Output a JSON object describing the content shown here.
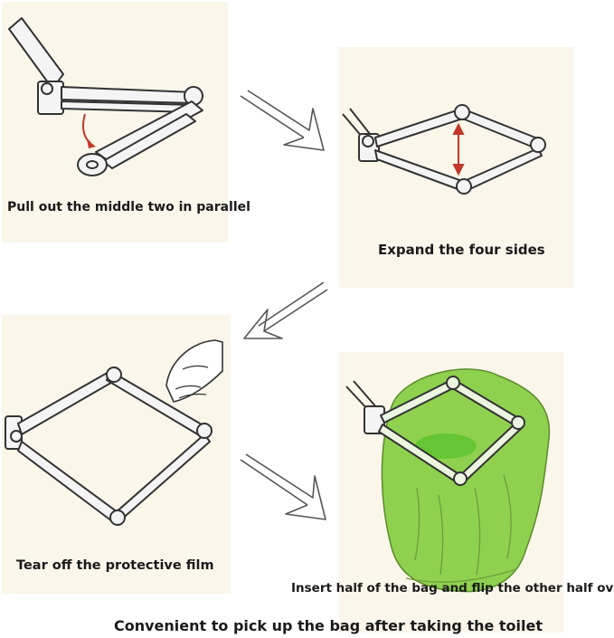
{
  "steps": [
    {
      "caption": "Pull out the middle two in parallel"
    },
    {
      "caption": "Expand the four sides"
    },
    {
      "caption": "Tear off the protective film"
    },
    {
      "caption": "Insert half of the bag and flip the other half over"
    }
  ],
  "footer": "Convenient to pick up the bag after taking the toilet",
  "colors": {
    "panel_bg": "#faf6ea",
    "frame_fill": "#f4f4f4",
    "outline": "#333333",
    "motion_arrow": "#c0392b",
    "bag_green": "#8fd14f"
  },
  "icons": [
    "folding-frame",
    "curved-arrow",
    "double-arrow",
    "hand",
    "green-bag",
    "flow-arrow"
  ]
}
